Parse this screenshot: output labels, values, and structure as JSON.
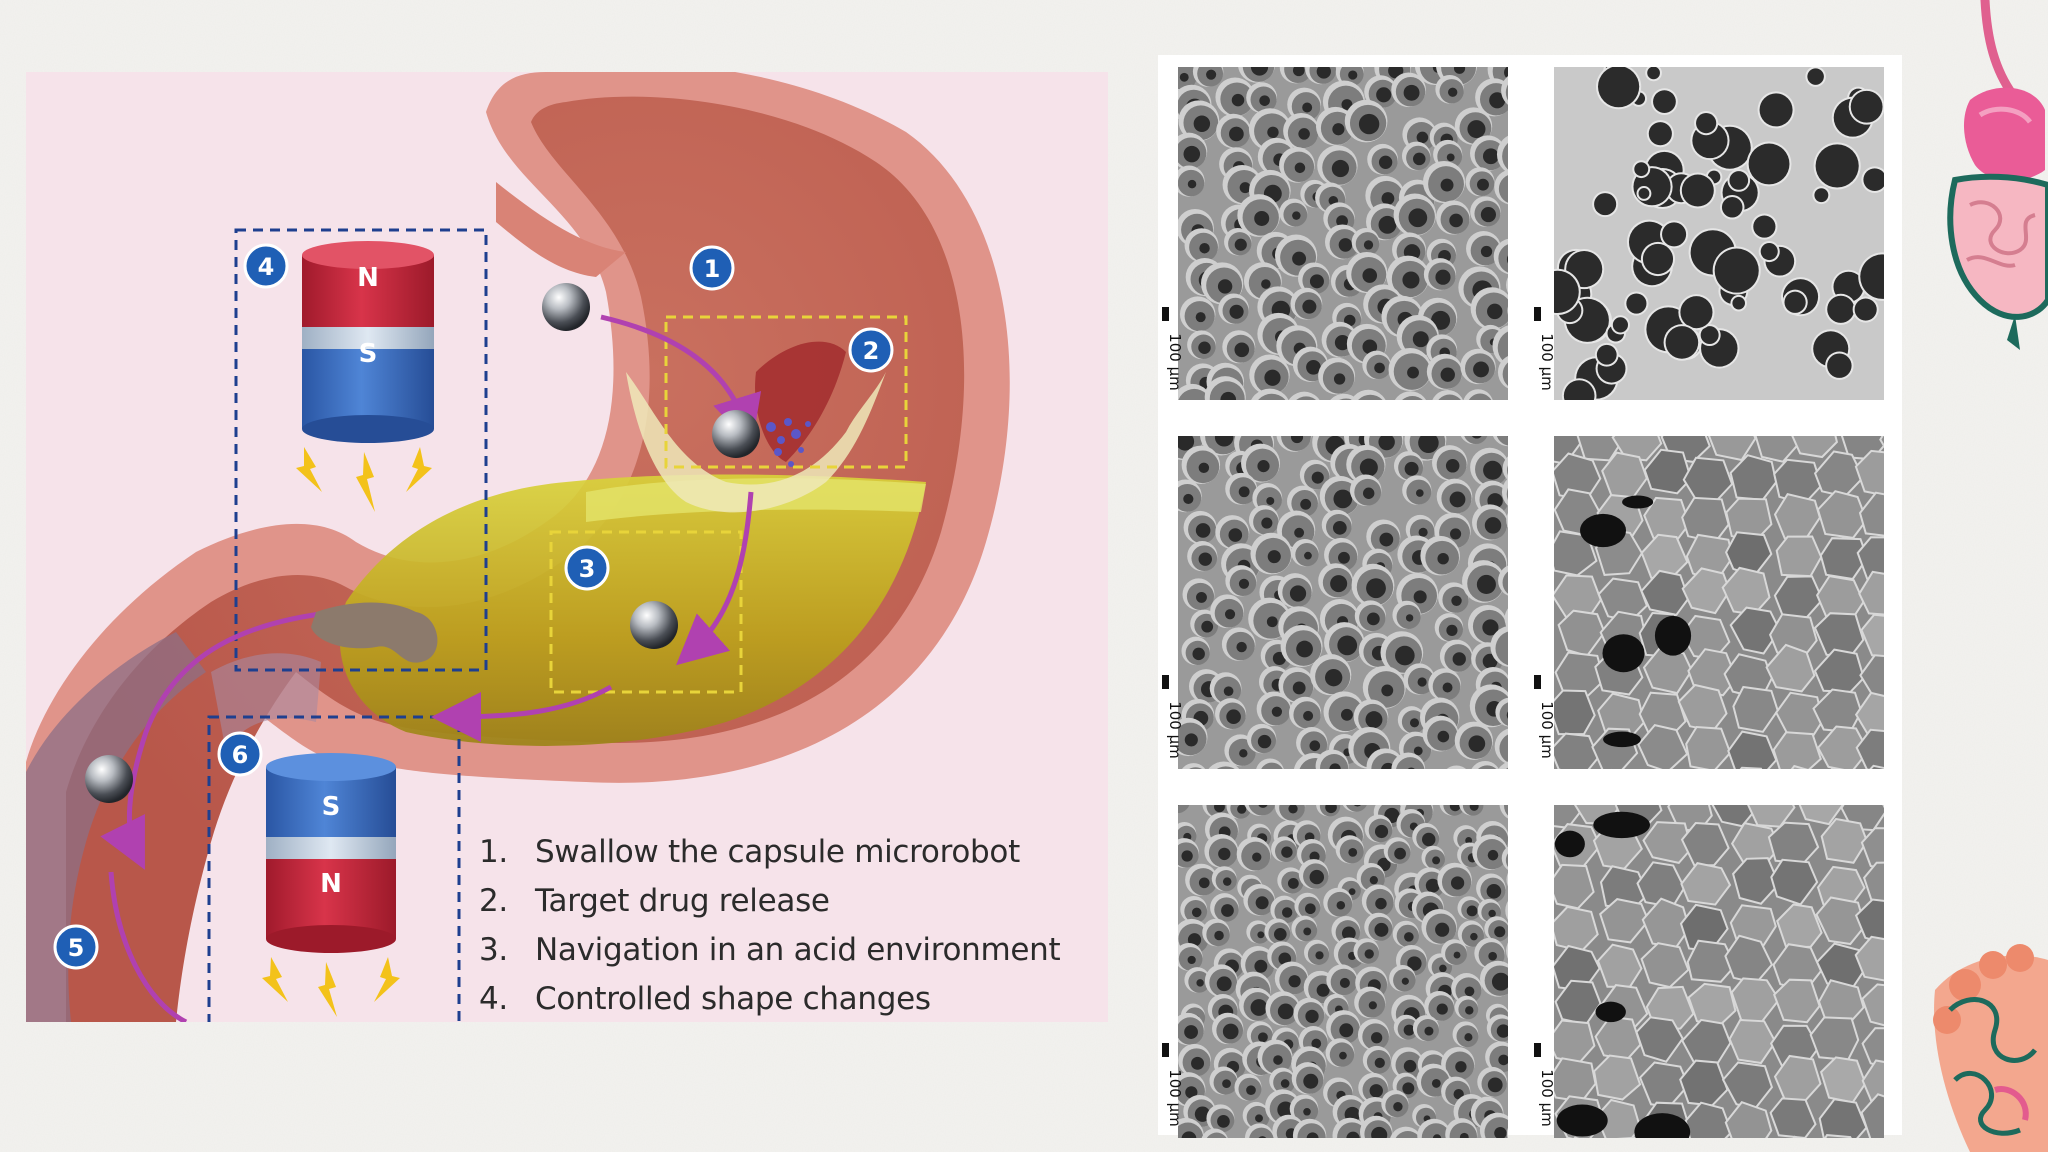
{
  "diagram": {
    "markers": [
      "1",
      "2",
      "3",
      "4",
      "5",
      "6"
    ],
    "magnet_top": {
      "north": "N",
      "south": "S"
    },
    "magnet_bottom": {
      "south": "S",
      "north": "N"
    },
    "steps": [
      {
        "num": "1.",
        "text": "Swallow the capsule microrobot"
      },
      {
        "num": "2.",
        "text": "Target drug release"
      },
      {
        "num": "3.",
        "text": "Navigation in an acid environment"
      },
      {
        "num": "4.",
        "text": "Controlled shape changes"
      }
    ]
  },
  "sem_grid": {
    "scale_label": "100 µm",
    "images": [
      {
        "position": "row1-left",
        "texture": "open porous foam"
      },
      {
        "position": "row1-right",
        "texture": "smooth surface with scattered pores"
      },
      {
        "position": "row2-left",
        "texture": "open porous foam"
      },
      {
        "position": "row2-right",
        "texture": "closed polygonal cells"
      },
      {
        "position": "row3-left",
        "texture": "dense porous foam"
      },
      {
        "position": "row3-right",
        "texture": "closed polygonal cells"
      }
    ]
  },
  "colors": {
    "panel_bg": "#f6e3ea",
    "stomach_wall": "#e0948a",
    "stomach_inner": "#c86c5e",
    "acid_yellow": "#c8b41c",
    "arrow_magenta": "#b041b0",
    "marker_blue": "#1f5fb5",
    "magnet_red": "#c8283a",
    "magnet_blue": "#3b6fc2",
    "box_blue": "#1e3f8f",
    "box_yellow": "#e8d43a"
  }
}
